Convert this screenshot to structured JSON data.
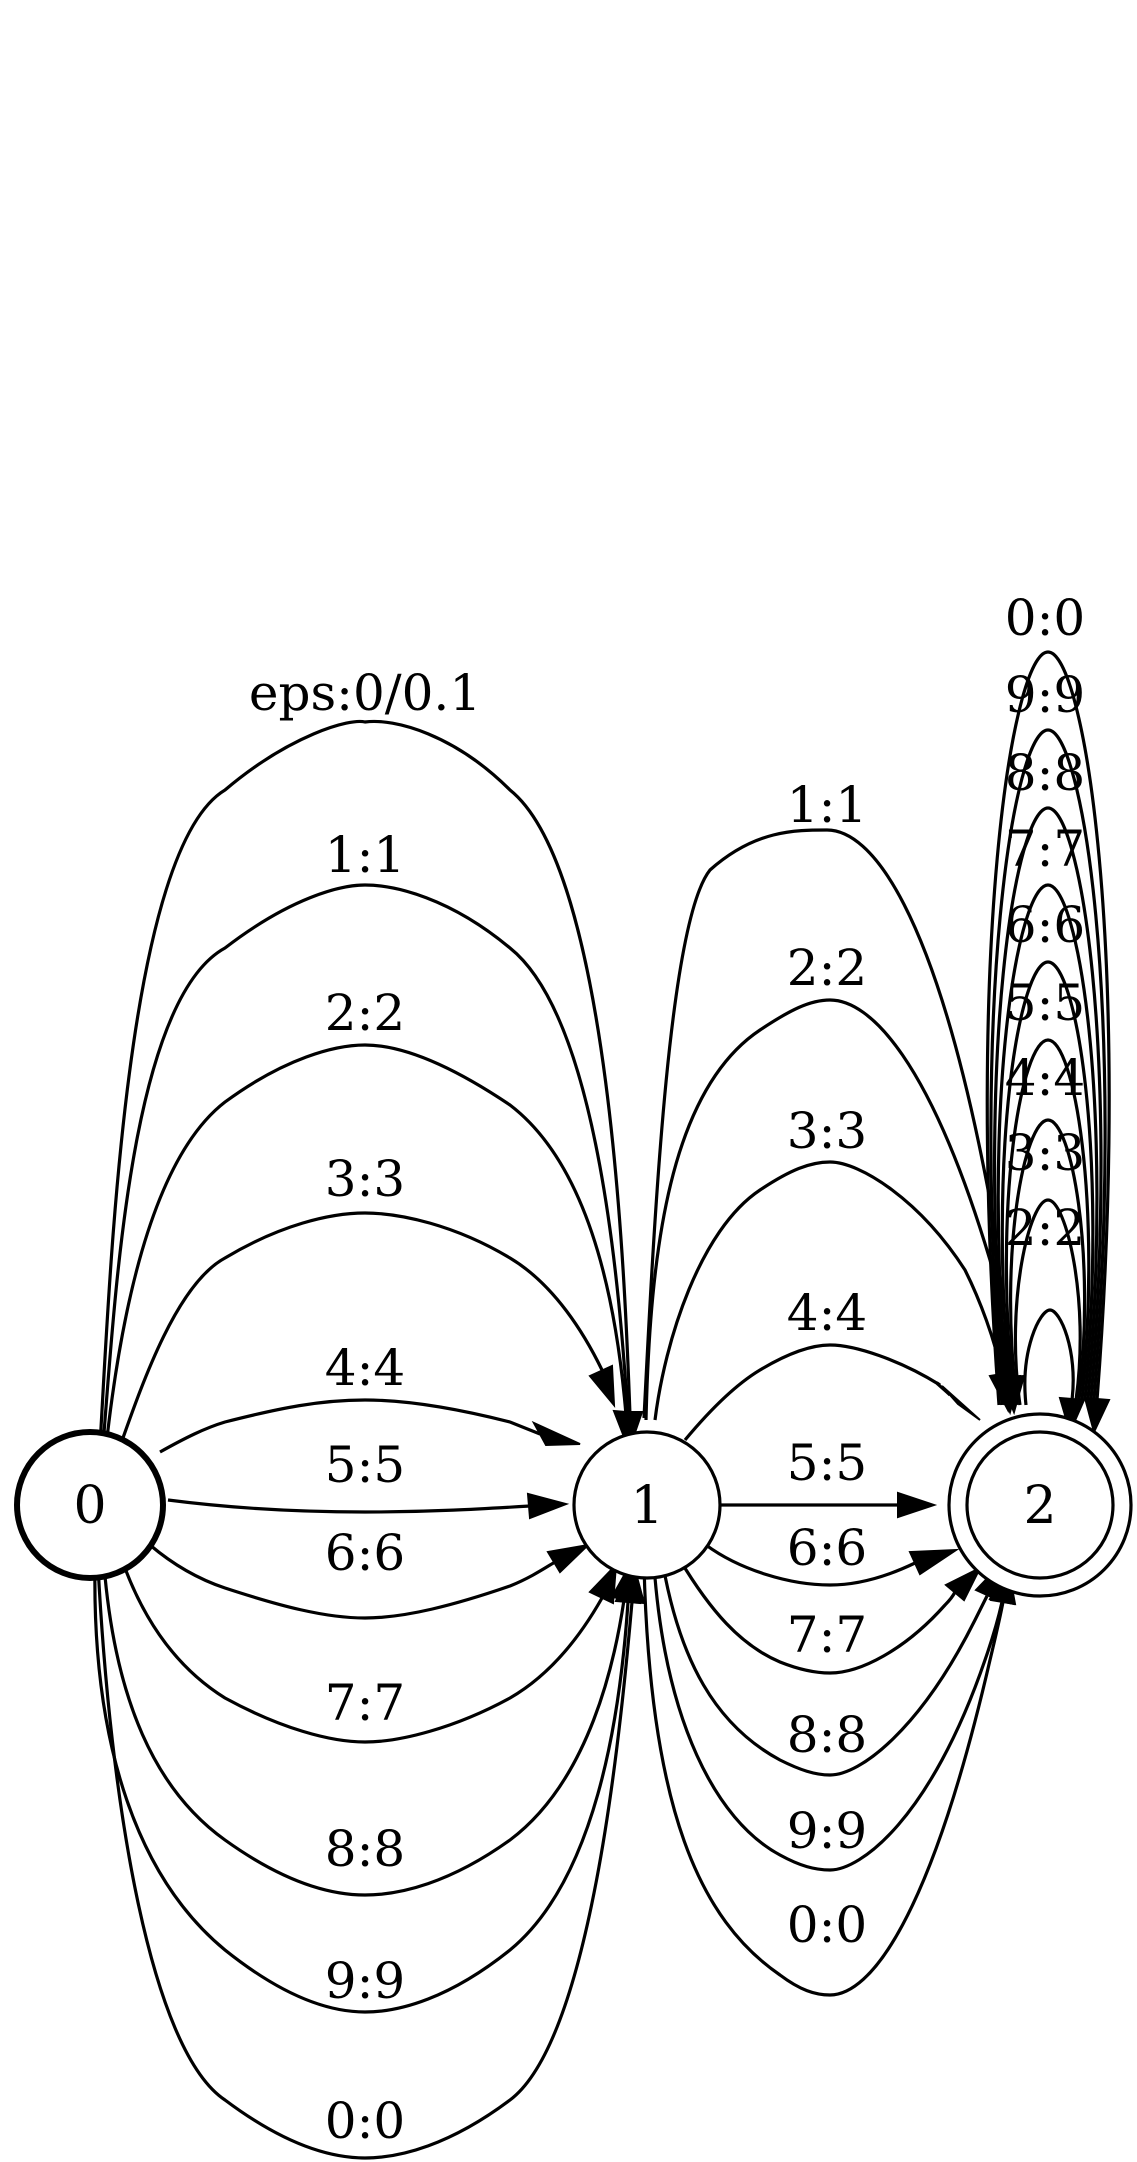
{
  "states": [
    {
      "id": "0",
      "label": "0",
      "initial": true,
      "final": false
    },
    {
      "id": "1",
      "label": "1",
      "initial": false,
      "final": false
    },
    {
      "id": "2",
      "label": "2",
      "initial": false,
      "final": true
    }
  ],
  "arcs_0_1": [
    "eps:0/0.1",
    "1:1",
    "2:2",
    "3:3",
    "4:4",
    "5:5",
    "6:6",
    "7:7",
    "8:8",
    "9:9",
    "0:0"
  ],
  "arcs_1_2": [
    "1:1",
    "2:2",
    "3:3",
    "4:4",
    "5:5",
    "6:6",
    "7:7",
    "8:8",
    "9:9",
    "0:0"
  ],
  "arcs_2_2": [
    "2:2",
    "3:3",
    "4:4",
    "5:5",
    "6:6",
    "7:7",
    "8:8",
    "9:9",
    "0:0"
  ]
}
